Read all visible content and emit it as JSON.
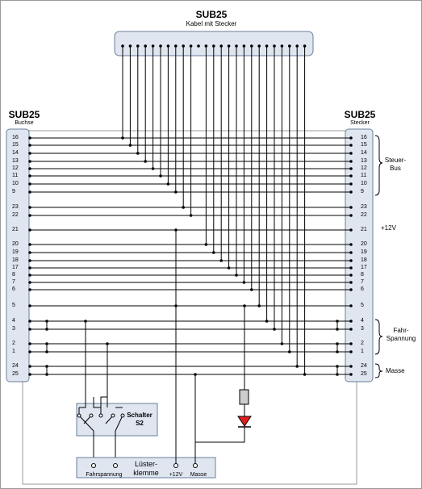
{
  "top_connector": {
    "title": "SUB25",
    "subtitle": "Kabel mit Stecker"
  },
  "left_connector": {
    "title": "SUB25",
    "subtitle": "Buchse"
  },
  "right_connector": {
    "title": "SUB25",
    "subtitle": "Stecker"
  },
  "pins_group1": [
    "16",
    "15",
    "14",
    "13",
    "12",
    "11",
    "10",
    "9"
  ],
  "pins_group2": [
    "23",
    "22",
    "21"
  ],
  "pins_group3": [
    "20",
    "19",
    "18",
    "17",
    "8",
    "7",
    "6",
    "5"
  ],
  "pins_group4": [
    "4",
    "3",
    "2",
    "1"
  ],
  "pins_group5": [
    "24",
    "25"
  ],
  "labels": {
    "steuer_bus": [
      "Steuer-",
      "Bus"
    ],
    "plus12v": "+12V",
    "fahr_spannung": [
      "Fahr-",
      "Spannung"
    ],
    "masse": "Masse"
  },
  "switch": {
    "label_line1": "Schalter",
    "label_line2": "S2"
  },
  "terminal_block": {
    "title_line1": "Lüster-",
    "title_line2": "klemme",
    "term1": "Fahrspannung",
    "term2": "+12V",
    "term3": "Masse"
  },
  "colors": {
    "connector_fill": "#dfe6f0",
    "connector_stroke": "#6a7f9b",
    "led": "#e02020",
    "resistor": "#cccccc",
    "wire": "#000000"
  }
}
